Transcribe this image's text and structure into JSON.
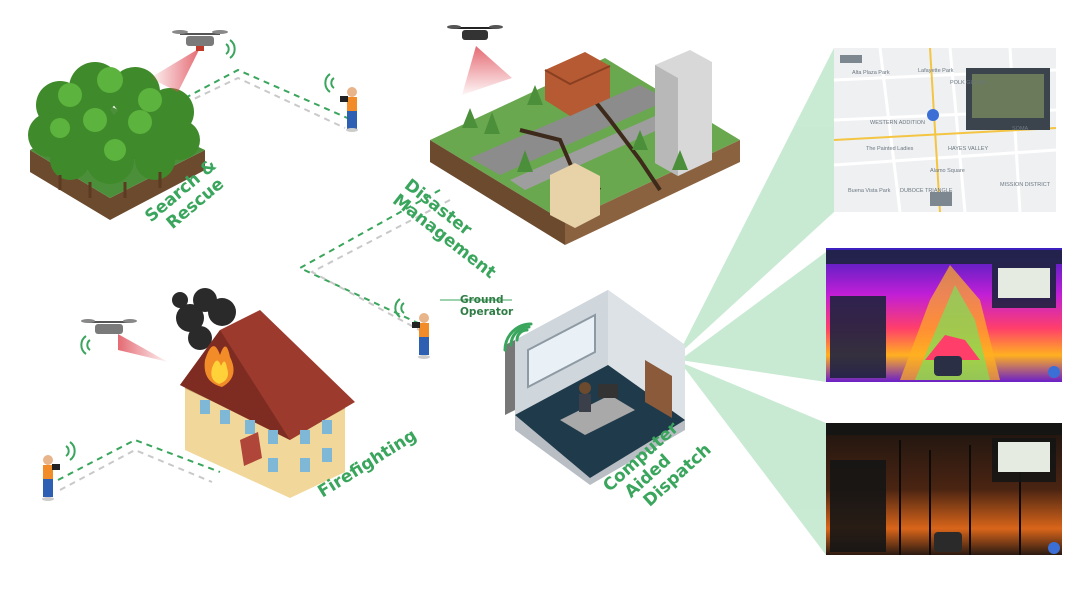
{
  "labels": {
    "search_rescue": [
      "Search &",
      "Rescue"
    ],
    "disaster_management": [
      "Disaster",
      "Management"
    ],
    "firefighting": "Firefighting",
    "computer_aided_dispatch": [
      "Computer",
      "Aided",
      "Dispatch"
    ],
    "ground_operator": [
      "Ground",
      "Operator"
    ]
  },
  "map_panel": {
    "place_names": [
      "Alta Plaza Park",
      "Lafayette Park",
      "POLK GULCH",
      "WESTERN ADDITION",
      "HAYES VALLEY",
      "SOMA",
      "The Painted Ladies",
      "Alamo Square",
      "DUBOCE TRIANGLE",
      "MISSION DISTRICT",
      "Buena Vista Park"
    ]
  },
  "colors": {
    "accent_green": "#3aa55c",
    "dashed_line": "#3aa55c",
    "beam_red": "#e0505a",
    "fan_green": "#bfe6cb"
  }
}
